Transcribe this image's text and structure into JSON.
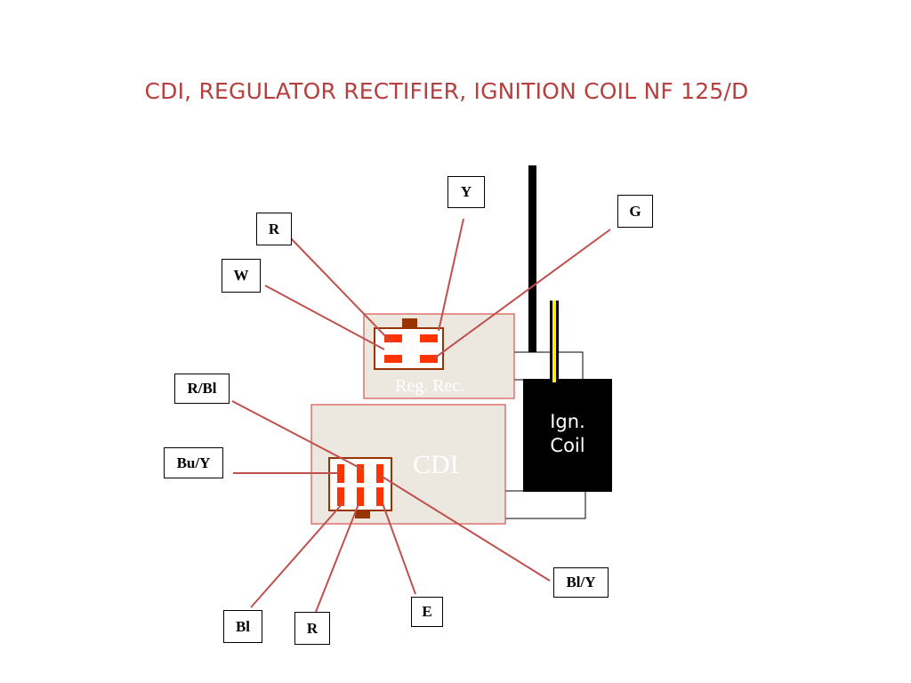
{
  "title": "CDI, REGULATOR RECTIFIER, IGNITION COIL NF 125/D",
  "components": {
    "reg_rec": "Reg. Rec.",
    "cdi": "CDI",
    "ign_coil_line1": "Ign.",
    "ign_coil_line2": "Coil"
  },
  "wire_labels": {
    "y": "Y",
    "g": "G",
    "r_top": "R",
    "w": "W",
    "r_bl": "R/Bl",
    "bu_y": "Bu/Y",
    "bl_y": "Bl/Y",
    "bl": "Bl",
    "r_bottom": "R",
    "e": "E"
  },
  "colors": {
    "title": "#b5403f",
    "wire": "#c0504d",
    "pin": "#ff3300",
    "connector_border": "#993300",
    "component_fill": "#ede8df",
    "coil": "#000000",
    "coil_wire_yellow": "#ffee00"
  }
}
